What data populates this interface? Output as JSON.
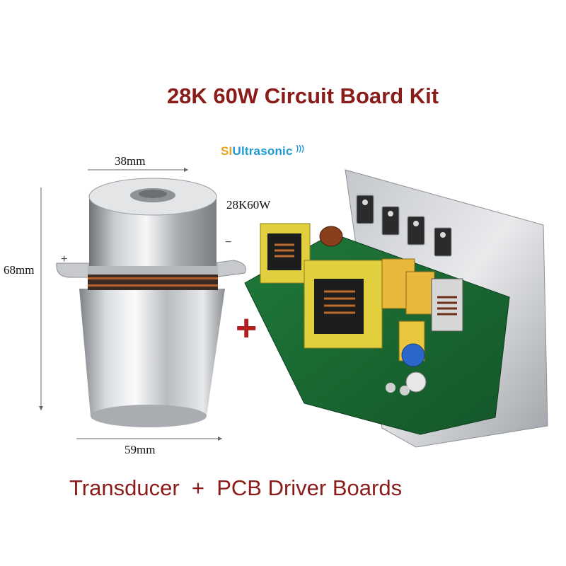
{
  "title": "28K 60W Circuit Board Kit",
  "brand": {
    "prefix": "SI",
    "name": "Ultrasonic"
  },
  "transducer": {
    "dim_top": "38mm",
    "dim_height": "68mm",
    "dim_bottom": "59mm",
    "positive_terminal": "+",
    "negative_terminal": "−"
  },
  "board": {
    "model_label": "28K60W"
  },
  "joiner": "+",
  "footer": {
    "left": "Transducer",
    "joiner": "+",
    "right": "PCB Driver Boards"
  },
  "colors": {
    "title": "#8a1c1a",
    "brand_blue": "#1d9ad6",
    "brand_orange": "#e8a21b",
    "plus": "#b11f1c"
  }
}
